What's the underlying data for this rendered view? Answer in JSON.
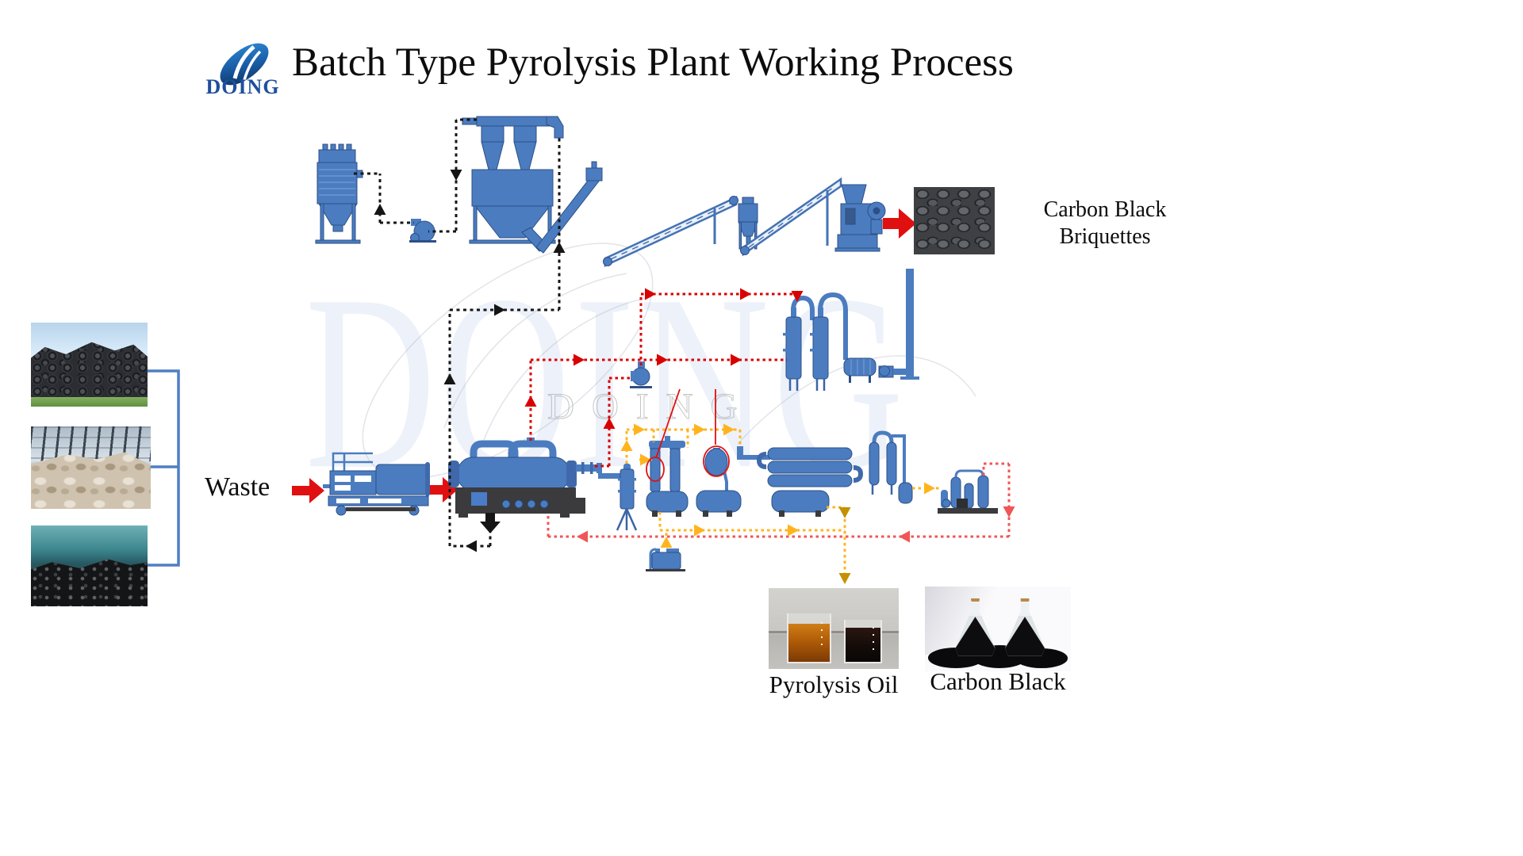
{
  "logo": {
    "brand": "DOING"
  },
  "header": {
    "title": "Batch Type Pyrolysis Plant Working Process"
  },
  "input_section": {
    "label": "Waste"
  },
  "outputs": {
    "briquettes": {
      "line1": "Carbon Black",
      "line2": "Briquettes"
    },
    "oil": {
      "label": "Pyrolysis Oil"
    },
    "carbon_black": {
      "label": "Carbon Black"
    }
  },
  "watermark": {
    "big_text": "DOING",
    "outline_text": "DOING"
  },
  "colors": {
    "machinery_blue": "#4b7cc0",
    "machinery_blue_dark": "#2d4f86",
    "machinery_blue_light": "#6f95cf",
    "base_dark": "#3b3b3e",
    "flow_black": "#151515",
    "flow_red": "#d90000",
    "flow_red_return": "#f15555",
    "flow_yellow": "#ffb41e",
    "flow_gold": "#c49000",
    "annotation_red": "#e01010",
    "bracket_blue": "#4f7ec4",
    "brand_blue": "#1d4f9c"
  }
}
